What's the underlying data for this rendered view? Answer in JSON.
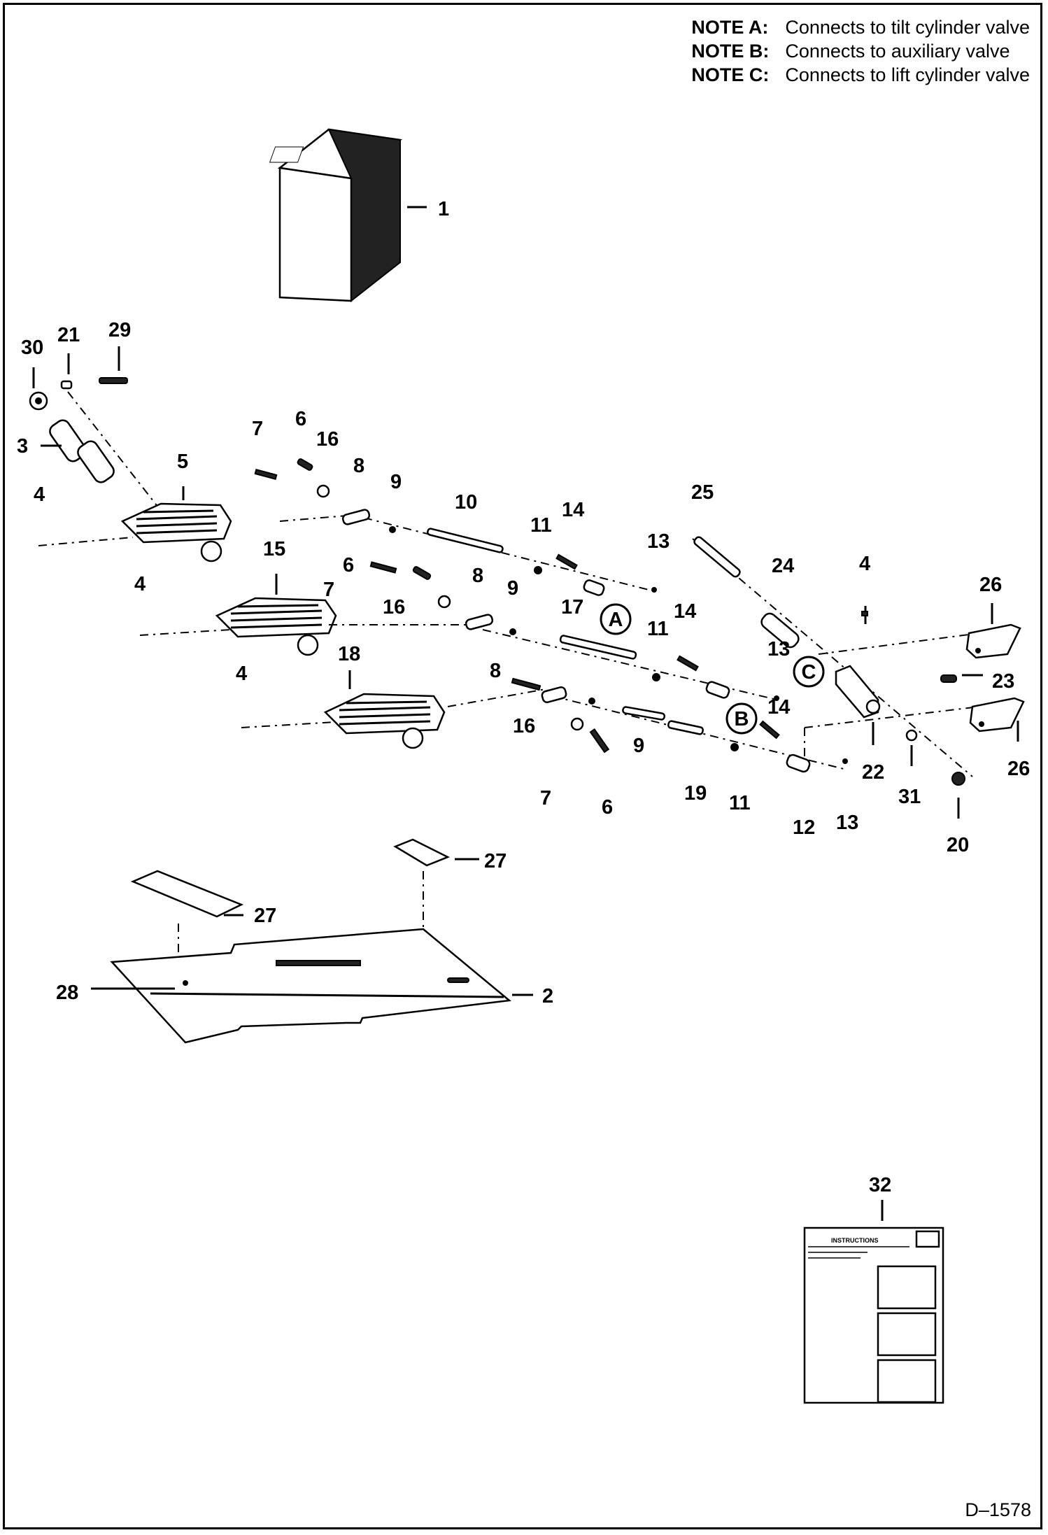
{
  "notes": [
    {
      "key": "NOTE A:",
      "text": "Connects to tilt cylinder valve"
    },
    {
      "key": "NOTE B:",
      "text": "Connects to auxiliary valve"
    },
    {
      "key": "NOTE C:",
      "text": "Connects to lift cylinder valve"
    }
  ],
  "drawing_number": "D–1578",
  "circle_markers": [
    "A",
    "B",
    "C"
  ],
  "callouts": [
    "1",
    "2",
    "3",
    "4",
    "4",
    "4",
    "4",
    "5",
    "6",
    "6",
    "6",
    "7",
    "7",
    "7",
    "8",
    "8",
    "8",
    "9",
    "9",
    "9",
    "10",
    "11",
    "11",
    "11",
    "12",
    "13",
    "13",
    "13",
    "14",
    "14",
    "14",
    "15",
    "16",
    "16",
    "16",
    "17",
    "18",
    "19",
    "20",
    "21",
    "22",
    "23",
    "24",
    "25",
    "26",
    "26",
    "27",
    "27",
    "28",
    "29",
    "30",
    "31",
    "32"
  ],
  "instructions_label": "INSTRUCTIONS"
}
